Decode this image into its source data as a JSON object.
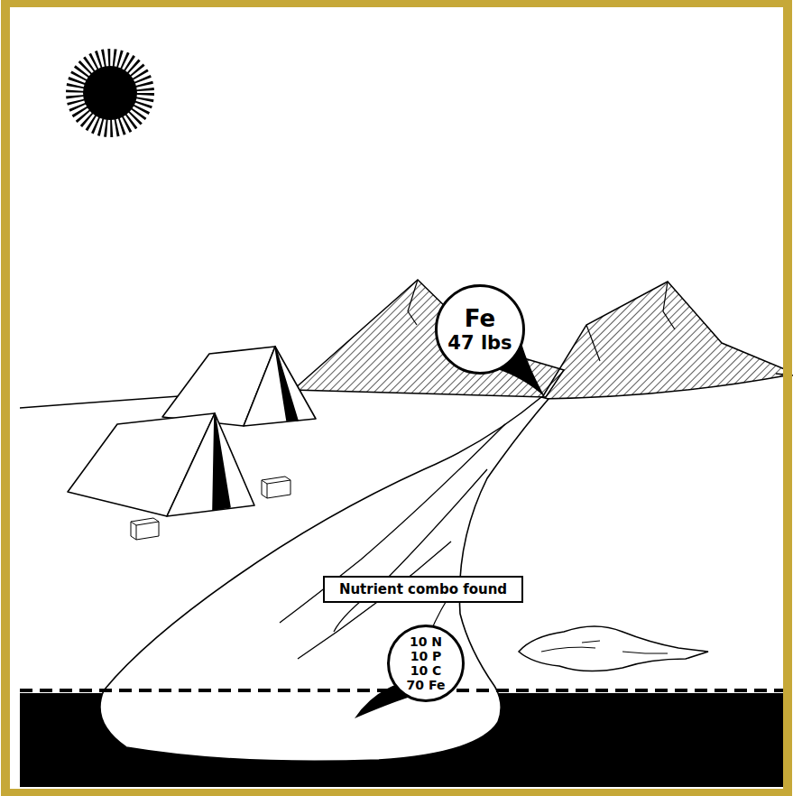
{
  "diagram": {
    "nodes": [
      {
        "text": [
          "Fe",
          "47 lbs"
        ]
      },
      {
        "text": [
          "Nutrient combo found"
        ]
      },
      {
        "text": [
          "10 N 10 P 10 C 70 Fe"
        ]
      }
    ]
  }
}
